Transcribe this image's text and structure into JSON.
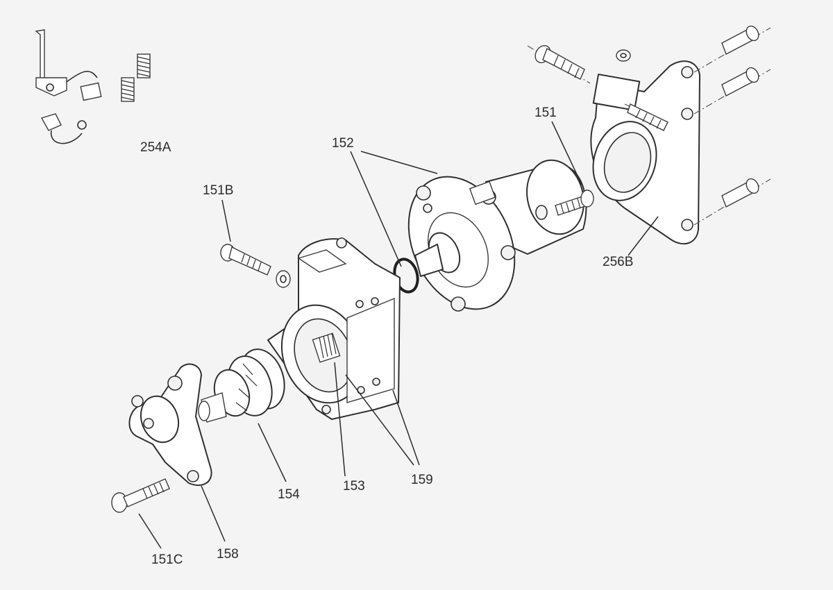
{
  "labels": {
    "p254A": "254A",
    "p151B": "151B",
    "p152": "152",
    "p151": "151",
    "p256B": "256B",
    "p154": "154",
    "p153": "153",
    "p159": "159",
    "p158": "158",
    "p151C": "151C"
  }
}
